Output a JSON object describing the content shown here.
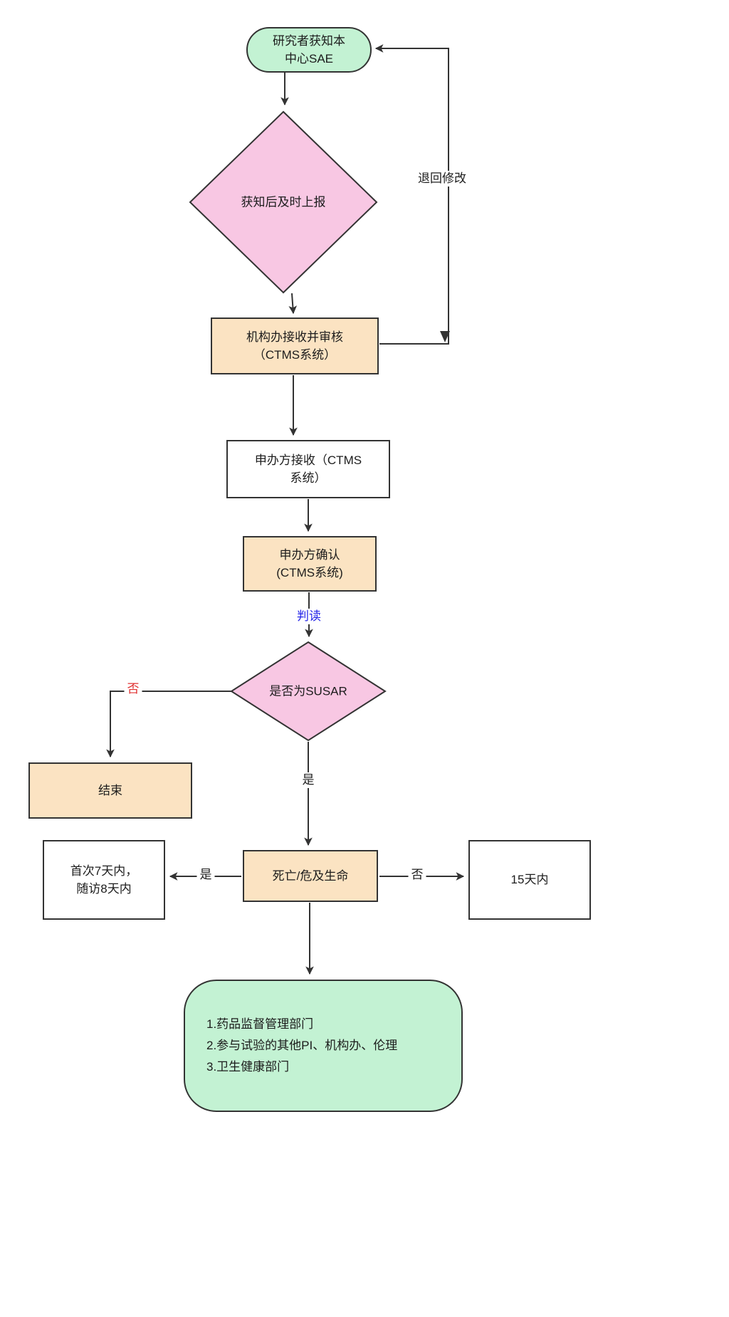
{
  "diagram": {
    "nodes": {
      "start": {
        "label": "研究者获知本\n中心SAE"
      },
      "report_decision": {
        "label": "获知后及时上报"
      },
      "org_review": {
        "label": "机构办接收并审核\n（CTMS系统）"
      },
      "sponsor_receive": {
        "label": "申办方接收（CTMS\n系统）"
      },
      "sponsor_confirm": {
        "label": "申办方确认\n(CTMS系统)"
      },
      "susar_decision": {
        "label": "是否为SUSAR"
      },
      "end": {
        "label": "结束"
      },
      "death": {
        "label": "死亡/危及生命"
      },
      "first7": {
        "label": "首次7天内，\n随访8天内"
      },
      "days15": {
        "label": "15天内"
      },
      "report_targets": {
        "label": "1.药品监督管理部门\n2.参与试验的其他PI、机构办、伦理\n3.卫生健康部门"
      }
    },
    "edges": {
      "return_modify": {
        "label": "退回修改"
      },
      "judge": {
        "label": "判读"
      },
      "susar_no": {
        "label": "否"
      },
      "susar_yes": {
        "label": "是"
      },
      "death_yes": {
        "label": "是"
      },
      "death_no": {
        "label": "否"
      }
    },
    "colors": {
      "start_fill": "#C3F2D3",
      "decision_fill": "#F8C7E3",
      "process_fill": "#FBE3C2",
      "plain_fill": "#FFFFFF",
      "border": "#333333",
      "arrow": "#333333",
      "judge_text": "#2626E8",
      "no_text": "#E03131"
    }
  }
}
